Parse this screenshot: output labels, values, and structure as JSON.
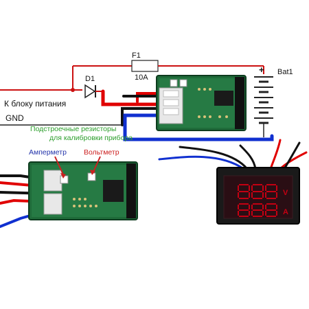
{
  "labels": {
    "fuse": "F1",
    "fuse_rating": "10A",
    "diode": "D1",
    "battery": "Bat1",
    "battery_plus": "+",
    "power_supply": "К блоку питания",
    "ground": "GND",
    "trim_note_line1": "Подстроечные резисторы",
    "trim_note_line2": "для калибровки прибора",
    "ammeter": "Амперметр",
    "voltmeter": "Вольтметр",
    "unit_volts": "V",
    "unit_amps": "A"
  },
  "colors": {
    "wire_positive": "#e00000",
    "wire_negative": "#1030d0",
    "wire_schematic": "#cc1010",
    "pcb_green": "#1f6b3a",
    "display_digits": "#c40012",
    "note_green": "#2c9e2c",
    "ammeter_blue": "#2233aa",
    "voltmeter_red": "#cc2020"
  }
}
